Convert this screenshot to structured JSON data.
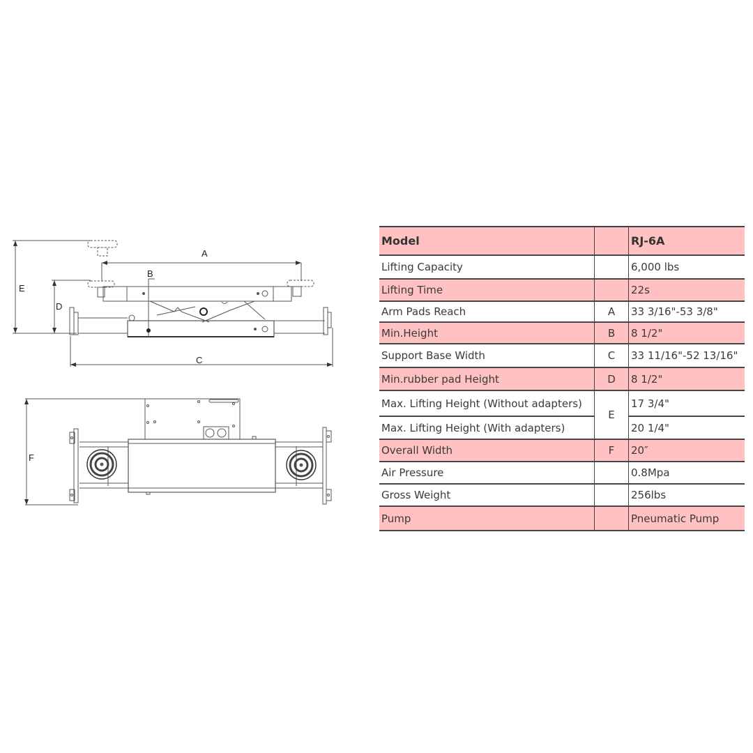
{
  "diagram": {
    "side_view": {
      "labels": [
        "A",
        "B",
        "C",
        "D",
        "E"
      ]
    },
    "top_view": {
      "labels": [
        "F"
      ]
    }
  },
  "colors": {
    "row_highlight": "#ffc1c1",
    "border": "#444444",
    "text": "#3a3a3a"
  },
  "spec_table": {
    "header": {
      "label": "Model",
      "dim": "",
      "value": "RJ-6A"
    },
    "rows": [
      {
        "label": "Lifting Capacity",
        "dim": "",
        "value": "6,000 lbs",
        "highlight": false
      },
      {
        "label": "Lifting Time",
        "dim": "",
        "value": "22s",
        "highlight": true
      },
      {
        "label": "Arm Pads Reach",
        "dim": "A",
        "value": "33 3/16\"-53 3/8\"",
        "highlight": false
      },
      {
        "label": "Min.Height",
        "dim": "B",
        "value": "8 1/2\"",
        "highlight": true
      },
      {
        "label": "Support Base Width",
        "dim": "C",
        "value": "33 11/16\"-52 13/16\"",
        "highlight": false
      },
      {
        "label": "Min.rubber pad Height",
        "dim": "D",
        "value": "8 1/2\"",
        "highlight": true
      },
      {
        "label": "Max. Lifting Height  (Without adapters)",
        "dim": "E",
        "value": "17 3/4\"",
        "highlight": false
      },
      {
        "label": "Max. Lifting Height (With adapters)",
        "dim": "E",
        "value": "20 1/4\"",
        "highlight": false
      },
      {
        "label": "Overall Width",
        "dim": "F",
        "value": "20″",
        "highlight": true
      },
      {
        "label": "Air Pressure",
        "dim": "",
        "value": "0.8Mpa",
        "highlight": false
      },
      {
        "label": "Gross Weight",
        "dim": "",
        "value": "256lbs",
        "highlight": false
      },
      {
        "label": "Pump",
        "dim": "",
        "value": "Pneumatic Pump",
        "highlight": true
      }
    ]
  }
}
